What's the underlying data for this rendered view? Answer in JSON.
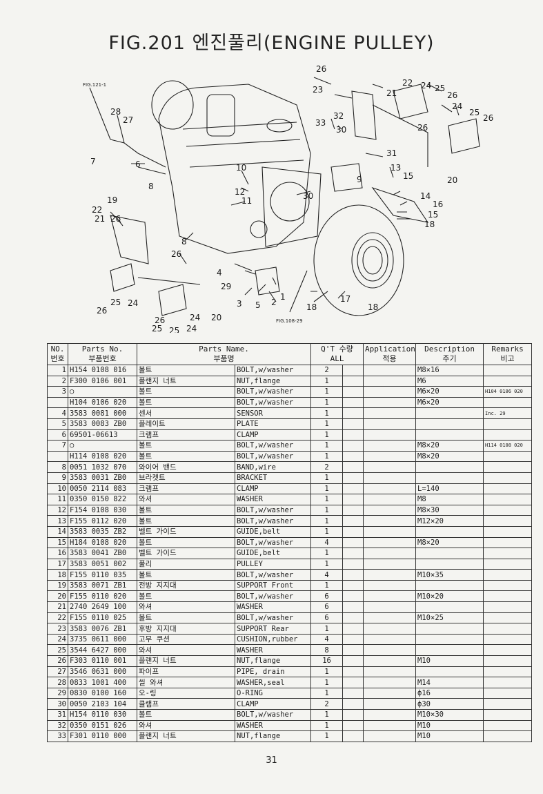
{
  "title": "FIG.201 엔진풀리(ENGINE PULLEY)",
  "diagram": {
    "refs": [
      "FIG.121-1",
      "FIG.108-29"
    ],
    "callouts": [
      "26",
      "22",
      "24",
      "25",
      "26",
      "23",
      "21",
      "32",
      "24",
      "25",
      "26",
      "33",
      "30",
      "26",
      "28",
      "27",
      "31",
      "7",
      "6",
      "10",
      "13",
      "15",
      "20",
      "8",
      "12",
      "11",
      "9",
      "30",
      "14",
      "16",
      "19",
      "15",
      "22",
      "21",
      "26",
      "18",
      "8",
      "26",
      "4",
      "29",
      "3",
      "5",
      "2",
      "1",
      "25",
      "24",
      "18",
      "17",
      "18",
      "26",
      "25",
      "24",
      "20",
      "26",
      "25",
      "24"
    ]
  },
  "table": {
    "headers": {
      "no": [
        "NO.",
        "번호"
      ],
      "parts_no": [
        "Parts No.",
        "부품번호"
      ],
      "parts_name": [
        "Parts Name.",
        "부품명"
      ],
      "qty": [
        "Q'T 수량",
        "ALL"
      ],
      "application": [
        "Application",
        "적용"
      ],
      "description": [
        "Description",
        "주기"
      ],
      "remarks": [
        "Remarks",
        "비고"
      ]
    },
    "rows": [
      {
        "no": "1",
        "part": "H154 0108 016",
        "kor": "볼트",
        "eng": "BOLT,w/washer",
        "qty": "2",
        "desc": "M8×16",
        "rem": ""
      },
      {
        "no": "2",
        "part": "F300 0106 001",
        "kor": "플랜지 너트",
        "eng": "NUT,flange",
        "qty": "1",
        "desc": "M6",
        "rem": ""
      },
      {
        "no": "3",
        "part": "○",
        "kor": "볼트",
        "eng": "BOLT,w/washer",
        "qty": "1",
        "desc": "M6×20",
        "rem": "H104 0106 020"
      },
      {
        "no": "",
        "part": "H104 0106 020",
        "kor": "볼트",
        "eng": "BOLT,w/washer",
        "qty": "1",
        "desc": "M6×20",
        "rem": ""
      },
      {
        "no": "4",
        "part": "3583 0081 000",
        "kor": "센서",
        "eng": "SENSOR",
        "qty": "1",
        "desc": "",
        "rem": "Inc. 29"
      },
      {
        "no": "5",
        "part": "3583 0083 ZB0",
        "kor": "플레이트",
        "eng": "PLATE",
        "qty": "1",
        "desc": "",
        "rem": ""
      },
      {
        "no": "6",
        "part": "69501-06613",
        "kor": "크램프",
        "eng": "CLAMP",
        "qty": "1",
        "desc": "",
        "rem": ""
      },
      {
        "no": "7",
        "part": "○",
        "kor": "볼트",
        "eng": "BOLT,w/washer",
        "qty": "1",
        "desc": "M8×20",
        "rem": "H114 0108 020"
      },
      {
        "no": "",
        "part": "H114 0108 020",
        "kor": "볼트",
        "eng": "BOLT,w/washer",
        "qty": "1",
        "desc": "M8×20",
        "rem": ""
      },
      {
        "no": "8",
        "part": "0051 1032 070",
        "kor": "와이어 밴드",
        "eng": "BAND,wire",
        "qty": "2",
        "desc": "",
        "rem": ""
      },
      {
        "no": "9",
        "part": "3583 0031 ZB0",
        "kor": "브라켓트",
        "eng": "BRACKET",
        "qty": "1",
        "desc": "",
        "rem": ""
      },
      {
        "no": "10",
        "part": "0050 2114 083",
        "kor": "크램프",
        "eng": "CLAMP",
        "qty": "1",
        "desc": "L=140",
        "rem": ""
      },
      {
        "no": "11",
        "part": "0350 0150 822",
        "kor": "와셔",
        "eng": "WASHER",
        "qty": "1",
        "desc": "M8",
        "rem": ""
      },
      {
        "no": "12",
        "part": "F154 0108 030",
        "kor": "볼트",
        "eng": "BOLT,w/washer",
        "qty": "1",
        "desc": "M8×30",
        "rem": ""
      },
      {
        "no": "13",
        "part": "F155 0112 020",
        "kor": "볼트",
        "eng": "BOLT,w/washer",
        "qty": "1",
        "desc": "M12×20",
        "rem": ""
      },
      {
        "no": "14",
        "part": "3583 0035 ZB2",
        "kor": "벨트 가이드",
        "eng": "GUIDE,belt",
        "qty": "1",
        "desc": "",
        "rem": ""
      },
      {
        "no": "15",
        "part": "H184 0108 020",
        "kor": "볼트",
        "eng": "BOLT,w/washer",
        "qty": "4",
        "desc": "M8×20",
        "rem": ""
      },
      {
        "no": "16",
        "part": "3583 0041 ZB0",
        "kor": "벨트 가이드",
        "eng": "GUIDE,belt",
        "qty": "1",
        "desc": "",
        "rem": ""
      },
      {
        "no": "17",
        "part": "3583 0051 002",
        "kor": "풀리",
        "eng": "PULLEY",
        "qty": "1",
        "desc": "",
        "rem": ""
      },
      {
        "no": "18",
        "part": "F155 0110 035",
        "kor": "볼트",
        "eng": "BOLT,w/washer",
        "qty": "4",
        "desc": "M10×35",
        "rem": ""
      },
      {
        "no": "19",
        "part": "3583 0071 ZB1",
        "kor": "전방 지지대",
        "eng": "SUPPORT Front",
        "qty": "1",
        "desc": "",
        "rem": ""
      },
      {
        "no": "20",
        "part": "F155 0110 020",
        "kor": "볼트",
        "eng": "BOLT,w/washer",
        "qty": "6",
        "desc": "M10×20",
        "rem": ""
      },
      {
        "no": "21",
        "part": "2740 2649 100",
        "kor": "와셔",
        "eng": "WASHER",
        "qty": "6",
        "desc": "",
        "rem": ""
      },
      {
        "no": "22",
        "part": "F155 0110 025",
        "kor": "볼트",
        "eng": "BOLT,w/washer",
        "qty": "6",
        "desc": "M10×25",
        "rem": ""
      },
      {
        "no": "23",
        "part": "3583 0076 ZB1",
        "kor": "후방 지지대",
        "eng": "SUPPORT Rear",
        "qty": "1",
        "desc": "",
        "rem": ""
      },
      {
        "no": "24",
        "part": "3735 0611 000",
        "kor": "고무 쿠션",
        "eng": "CUSHION,rubber",
        "qty": "4",
        "desc": "",
        "rem": ""
      },
      {
        "no": "25",
        "part": "3544 6427 000",
        "kor": "와셔",
        "eng": "WASHER",
        "qty": "8",
        "desc": "",
        "rem": ""
      },
      {
        "no": "26",
        "part": "F303 0110 001",
        "kor": "플랜지 너트",
        "eng": "NUT,flange",
        "qty": "16",
        "desc": "M10",
        "rem": ""
      },
      {
        "no": "27",
        "part": "3546 0631 000",
        "kor": "파이프",
        "eng": "PIPE, drain",
        "qty": "1",
        "desc": "",
        "rem": ""
      },
      {
        "no": "28",
        "part": "0833 1001 400",
        "kor": "씰 와셔",
        "eng": "WASHER,seal",
        "qty": "1",
        "desc": "M14",
        "rem": ""
      },
      {
        "no": "29",
        "part": "0830 0100 160",
        "kor": "오-링",
        "eng": "O-RING",
        "qty": "1",
        "desc": "ф16",
        "rem": ""
      },
      {
        "no": "30",
        "part": "0050 2103 104",
        "kor": "클램프",
        "eng": "CLAMP",
        "qty": "2",
        "desc": "ф30",
        "rem": ""
      },
      {
        "no": "31",
        "part": "H154 0110 030",
        "kor": "볼트",
        "eng": "BOLT,w/washer",
        "qty": "1",
        "desc": "M10×30",
        "rem": ""
      },
      {
        "no": "32",
        "part": "0350 0151 026",
        "kor": "와셔",
        "eng": "WASHER",
        "qty": "1",
        "desc": "M10",
        "rem": ""
      },
      {
        "no": "33",
        "part": "F301 0110 000",
        "kor": "플랜지 너트",
        "eng": "NUT,flange",
        "qty": "1",
        "desc": "M10",
        "rem": ""
      }
    ]
  },
  "page_number": "31"
}
